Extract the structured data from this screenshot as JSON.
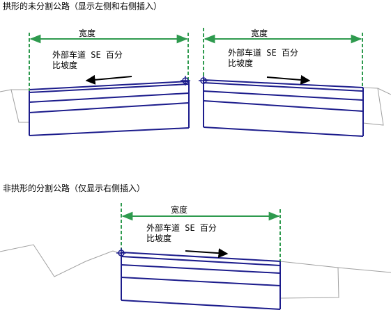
{
  "captions": {
    "top": "拱形的未分割公路（显示左侧和右侧插入）",
    "bottom": "非拱形的分割公路（仅显示右侧插入）"
  },
  "labels": {
    "width": "宽度",
    "slope_line1": "外部车道 SE 百分",
    "slope_line2": "比坡度"
  },
  "colors": {
    "road": "#1c1c8c",
    "dim": "#2e9a4e",
    "ground": "#a0a0a0"
  }
}
